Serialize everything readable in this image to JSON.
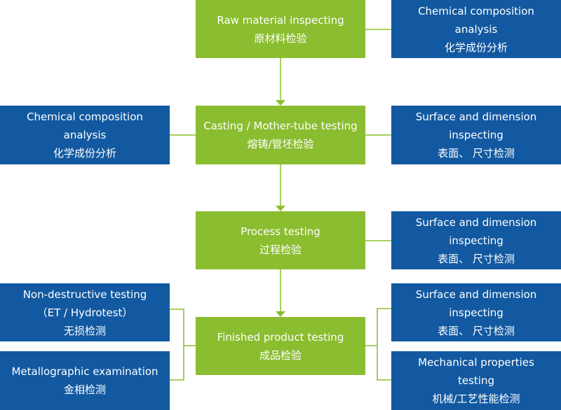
{
  "colors": {
    "stage": "#8abd2f",
    "check": "#1259a1",
    "connector": "#8abd2f"
  },
  "stages": [
    {
      "en": "Raw material inspecting",
      "zh": "原材料检验"
    },
    {
      "en": "Casting / Mother-tube testing",
      "zh": "熔铸/管坯检验"
    },
    {
      "en": "Process testing",
      "zh": "过程检验"
    },
    {
      "en": "Finished product testing",
      "zh": "成品检验"
    }
  ],
  "checks": {
    "raw_right": {
      "en1": "Chemical composition",
      "en2": "analysis",
      "zh": "化学成份分析"
    },
    "casting_left": {
      "en1": "Chemical composition",
      "en2": "analysis",
      "zh": "化学成份分析"
    },
    "casting_right": {
      "en1": "Surface and dimension",
      "en2": "inspecting",
      "zh": "表面、 尺寸检测"
    },
    "process_right": {
      "en1": "Surface and dimension",
      "en2": "inspecting",
      "zh": "表面、 尺寸检测"
    },
    "finished_left_1": {
      "en1": "Non-destructive testing",
      "en2": "（ET / Hydrotest）",
      "zh": "无损检测"
    },
    "finished_left_2": {
      "en1": "Metallographic examination",
      "zh": "金相检测"
    },
    "finished_right_1": {
      "en1": "Surface and dimension",
      "en2": "inspecting",
      "zh": "表面、 尺寸检测"
    },
    "finished_right_2": {
      "en1": "Mechanical properties",
      "en2": "testing",
      "zh": "机械/工艺性能检测"
    }
  }
}
